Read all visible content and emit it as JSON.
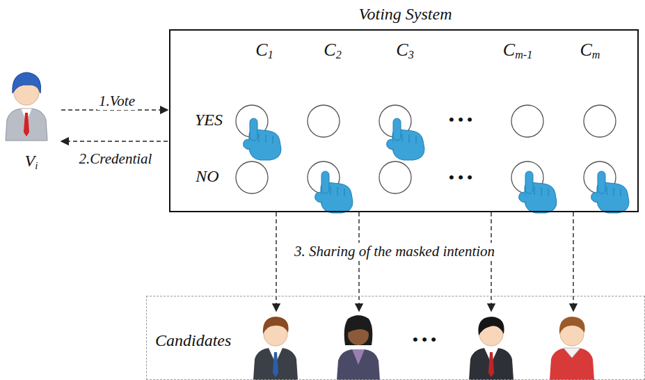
{
  "diagram": {
    "title": "Voting System",
    "nodes": [
      {
        "text": [
          "Voting System"
        ]
      },
      {
        "text": [
          "Vi"
        ]
      },
      {
        "text": [
          "Candidates"
        ]
      }
    ],
    "edges": [
      {
        "from": 1,
        "to": 0,
        "label": "1.Vote",
        "arrow": "to"
      },
      {
        "from": 0,
        "to": 1,
        "label": "2.Credential",
        "arrow": "to"
      },
      {
        "from": 0,
        "to": 2,
        "arrow": "to"
      },
      {
        "from": 0,
        "to": 2,
        "arrow": "to"
      },
      {
        "from": 0,
        "to": 2,
        "arrow": "to"
      },
      {
        "from": 0,
        "to": 2,
        "arrow": "to"
      }
    ],
    "labels": [
      "C1",
      "C2",
      "C3",
      "Cm-1",
      "Cm",
      "YES",
      "NO",
      "• • •",
      "• • •",
      "3. Sharing of the masked intention",
      "• • •"
    ]
  }
}
